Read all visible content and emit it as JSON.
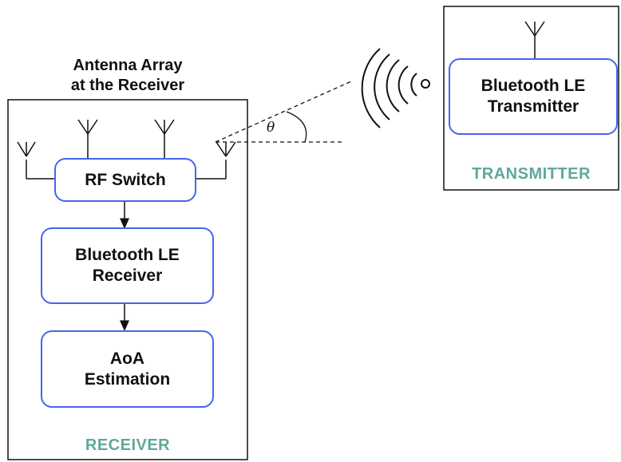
{
  "receiver": {
    "array_caption_line1": "Antenna Array",
    "array_caption_line2": "at the Receiver",
    "rf_switch": "RF Switch",
    "ble_receiver_line1": "Bluetooth LE",
    "ble_receiver_line2": "Receiver",
    "aoa_line1": "AoA",
    "aoa_line2": "Estimation",
    "section_label": "RECEIVER"
  },
  "transmitter": {
    "ble_tx_line1": "Bluetooth LE",
    "ble_tx_line2": "Transmitter",
    "section_label": "TRANSMITTER"
  },
  "angle_symbol": "θ",
  "colors": {
    "block_border": "#4466ee",
    "section_label": "#5fa89a",
    "line": "#111111"
  }
}
